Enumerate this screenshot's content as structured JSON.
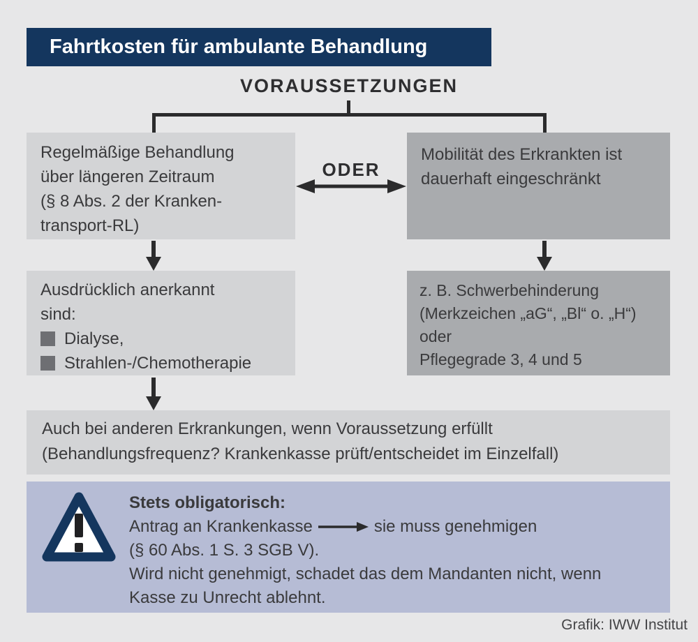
{
  "header": {
    "title": "Fahrtkosten für ambulante Behandlung"
  },
  "flow": {
    "root_label": "VORAUSSETZUNGEN",
    "connector_label": "ODER",
    "box_regular_treatment": "Regelmäßige Behandlung\nüber längeren Zeitraum\n(§ 8 Abs. 2 der Kranken-\ntransport-RL)",
    "box_mobility": "Mobilität des Erkrankten ist\ndauerhaft eingeschränkt",
    "box_recognized": {
      "intro": "Ausdrücklich anerkannt\nsind:",
      "items": [
        "Dialyse,",
        "Strahlen-/Chemotherapie"
      ]
    },
    "box_disability": "z. B. Schwerbehinderung\n(Merkzeichen „aG“, „Bl“ o. „H“)\noder\nPflegegrade 3, 4 und 5",
    "box_other_illnesses": "Auch bei anderen Erkrankungen, wenn Voraussetzung erfüllt\n(Behandlungsfrequenz? Krankenkasse prüft/entscheidet im Einzelfall)"
  },
  "note": {
    "heading": "Stets obligatorisch:",
    "application_before_arrow": "Antrag an Krankenkasse",
    "application_after_arrow": "sie muss genehmigen",
    "law_reference": "(§ 60 Abs. 1 S. 3 SGB V).",
    "no_harm_line1": "Wird nicht genehmigt, schadet das dem Mandanten nicht, wenn",
    "no_harm_line2": "Kasse zu Unrecht ablehnt."
  },
  "credit": "Grafik: IWW Institut",
  "icons": {
    "warning": "warning-triangle-icon",
    "oder_connector": "double-headed-arrow-icon",
    "flow": "arrow-down-icon",
    "note_arrow": "right-arrow-icon",
    "list_marker": "bullet-square-icon"
  },
  "colors": {
    "background": "#e7e7e8",
    "header_bg": "#14365e",
    "header_text": "#ffffff",
    "box_light": "#d3d4d6",
    "box_dark": "#a9abae",
    "panel_bg": "#b6bcd5",
    "line_dark": "#2b2b2c",
    "text_dark": "#3a3a3c",
    "bullet_gray": "#6e6f73",
    "triangle_navy": "#14365e"
  }
}
